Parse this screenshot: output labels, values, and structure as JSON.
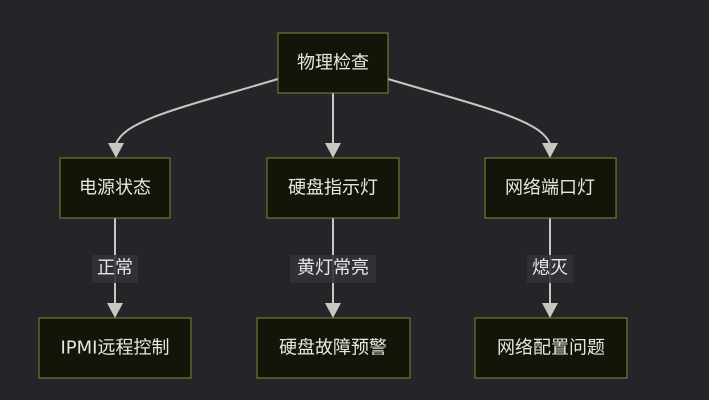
{
  "diagram": {
    "nodes": {
      "root": {
        "label": "物理检查"
      },
      "power": {
        "label": "电源状态"
      },
      "disk_led": {
        "label": "硬盘指示灯"
      },
      "net_led": {
        "label": "网络端口灯"
      },
      "ipmi": {
        "label": "IPMI远程控制"
      },
      "disk_warn": {
        "label": "硬盘故障预警"
      },
      "net_config": {
        "label": "网络配置问题"
      }
    },
    "edges": {
      "power_to_ipmi": {
        "label": "正常"
      },
      "disk_to_warn": {
        "label": "黄灯常亮"
      },
      "net_to_config": {
        "label": "熄灭"
      }
    }
  }
}
